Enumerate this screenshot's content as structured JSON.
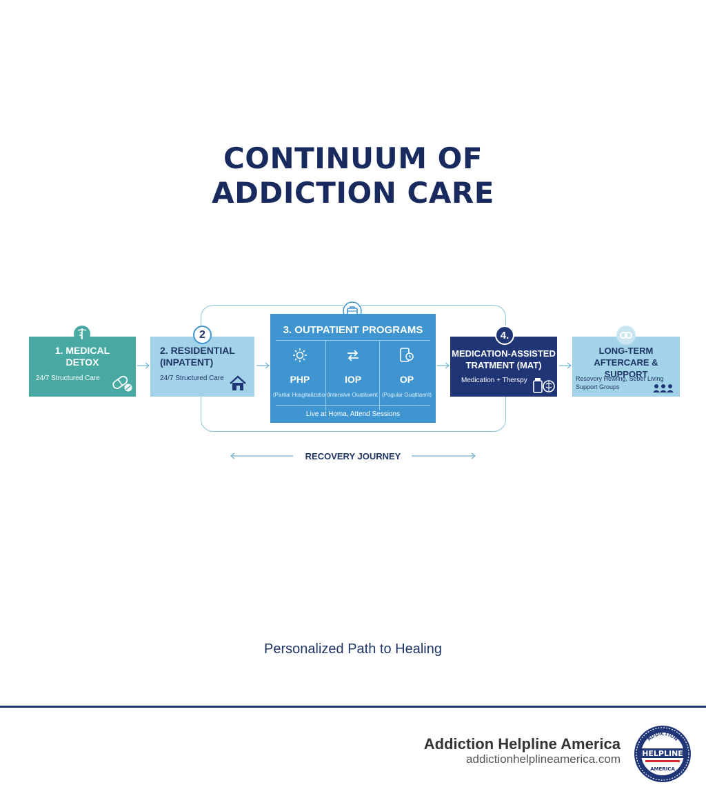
{
  "title_line1": "CONTINUUM OF",
  "title_line2": "ADDICTION CARE",
  "stages": {
    "detox": {
      "title_line1": "1. MEDICAL",
      "title_line2": "DETOX",
      "subtitle": "24/7 Structured Care"
    },
    "residential": {
      "badge": "2",
      "title_line1": "2. RESIDENTIAL",
      "title_line2": "(INPATENT)",
      "subtitle": "24/7 Structured Care"
    },
    "outpatient": {
      "title": "3. OUTPATIENT PROGRAMS",
      "columns": [
        {
          "name": "PHP",
          "desc": "(Partial Hosgitalization)"
        },
        {
          "name": "IOP",
          "desc": "Intensive Ouqtitaent"
        },
        {
          "name": "OP",
          "desc": "(Pogular Ouqtitaent)"
        }
      ],
      "footer": "Live at Homa, Attend Sessions"
    },
    "mat": {
      "badge": "4.",
      "title_line1": "MEDICATION-ASSISTED",
      "title_line2": "TRATMENT (MAT)",
      "subtitle": "Medication + Therspy"
    },
    "aftercare": {
      "title_line1": "LONG-TERM",
      "title_line2": "AFTERCARE & SUPPORT",
      "subtitle_line1": "Resovory Hewling, Seber Living",
      "subtitle_line2": "Support Groups"
    }
  },
  "journey_label": "RECOVERY JOURNEY",
  "tagline": "Personalized Path to Healing",
  "brand": {
    "name": "Addiction Helpline America",
    "url": "addictionhelplineamerica.com",
    "logo_text_top": "ADDICTION",
    "logo_text_mid": "HELPLINE",
    "logo_text_bottom": "AMERICA"
  },
  "colors": {
    "navy": "#1f3576",
    "teal": "#47a9a2",
    "light_blue": "#a3d3e8",
    "mid_blue": "#3f95cf"
  }
}
